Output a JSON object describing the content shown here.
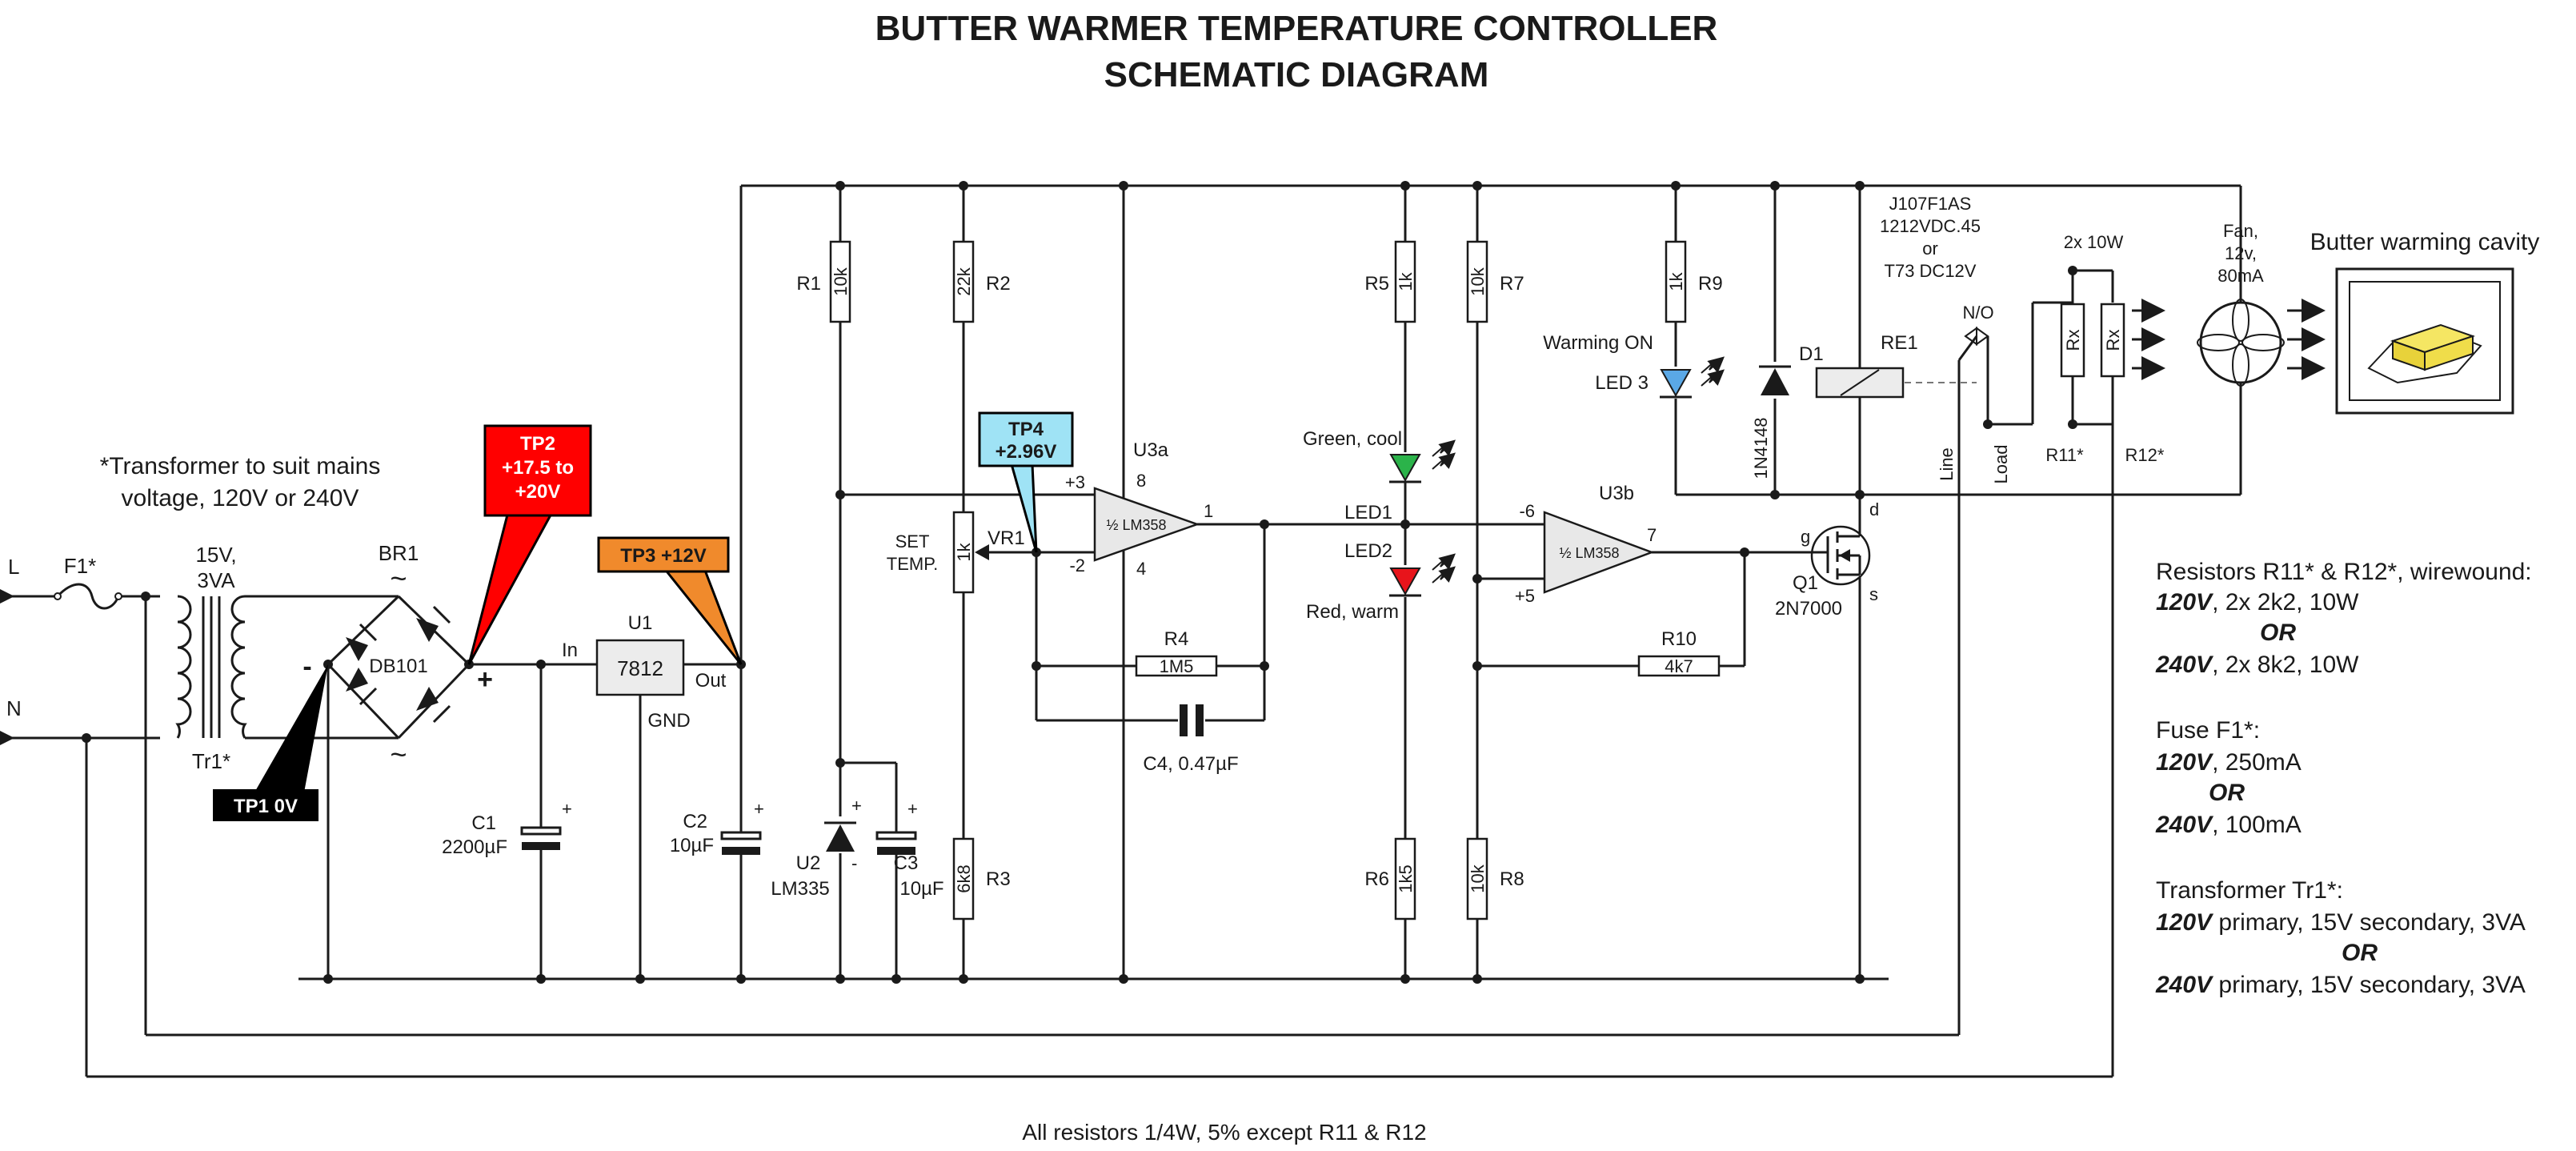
{
  "title": {
    "line1": "BUTTER WARMER TEMPERATURE CONTROLLER",
    "line2": "SCHEMATIC DIAGRAM"
  },
  "footer_note": "All resistors 1/4W, 5% except R11 & R12",
  "transformer_note": {
    "line1": "*Transformer to suit mains",
    "line2": "voltage, 120V or 240V"
  },
  "mains": {
    "live": "L",
    "neutral": "N",
    "fuse": "F1*"
  },
  "transformer": {
    "rating1": "15V,",
    "rating2": "3VA",
    "ref": "Tr1*"
  },
  "bridge": {
    "ref": "BR1",
    "part": "DB101",
    "ac1": "~",
    "ac2": "~",
    "plus": "+",
    "minus": "-"
  },
  "c1": {
    "ref": "C1",
    "value": "2200µF",
    "plus": "+"
  },
  "u1": {
    "ref": "U1",
    "part": "7812",
    "in": "In",
    "out": "Out",
    "gnd": "GND"
  },
  "c2": {
    "ref": "C2",
    "value": "10µF",
    "plus": "+"
  },
  "test_points": {
    "tp1": {
      "label": "TP1 0V",
      "color": "#000000"
    },
    "tp2": {
      "line1": "TP2",
      "line2": "+17.5 to",
      "line3": "+20V",
      "color": "#ff0000"
    },
    "tp3": {
      "label": "TP3 +12V",
      "color": "#f08a2c"
    },
    "tp4": {
      "line1": "TP4",
      "line2": "+2.96V",
      "color": "#9fe3f5"
    }
  },
  "resistors": {
    "r1": {
      "ref": "R1",
      "value": "10k"
    },
    "r2": {
      "ref": "R2",
      "value": "22k"
    },
    "r3": {
      "ref": "R3",
      "value": "6k8"
    },
    "r4": {
      "ref": "R4",
      "value": "1M5"
    },
    "r5": {
      "ref": "R5",
      "value": "1k"
    },
    "r6": {
      "ref": "R6",
      "value": "1k5"
    },
    "r7": {
      "ref": "R7",
      "value": "10k"
    },
    "r8": {
      "ref": "R8",
      "value": "10k"
    },
    "r9": {
      "ref": "R9",
      "value": "1k"
    },
    "r10": {
      "ref": "R10",
      "value": "4k7"
    },
    "r11": {
      "ref": "R11*",
      "value": "Rx"
    },
    "r12": {
      "ref": "R12*",
      "value": "Rx"
    },
    "rx_note": "2x 10W"
  },
  "u2": {
    "ref": "U2",
    "part": "LM335",
    "plus": "+",
    "minus": "-"
  },
  "c3": {
    "ref": "C3",
    "value": "10µF",
    "plus": "+"
  },
  "vr1": {
    "ref": "VR1",
    "value": "1k",
    "label1": "SET",
    "label2": "TEMP."
  },
  "u3a": {
    "ref": "U3a",
    "part": "½ LM358",
    "pin_plus": "+3",
    "pin_minus": "-2",
    "pin_out": "1",
    "pin_vcc": "8",
    "pin_gnd": "4"
  },
  "u3b": {
    "ref": "U3b",
    "part": "½ LM358",
    "pin_minus": "-6",
    "pin_plus": "+5",
    "pin_out": "7"
  },
  "c4": {
    "label": "C4, 0.47µF"
  },
  "leds": {
    "led1": {
      "ref": "LED1",
      "label": "Green, cool",
      "color": "#2bb34a"
    },
    "led2": {
      "ref": "LED2",
      "label": "Red, warm",
      "color": "#e8141b"
    },
    "led3": {
      "ref": "LED 3",
      "label": "Warming ON",
      "color": "#5aa8e6"
    }
  },
  "d1": {
    "ref": "D1",
    "part": "1N4148"
  },
  "q1": {
    "ref": "Q1",
    "part": "2N7000",
    "g": "g",
    "d": "d",
    "s": "s"
  },
  "relay": {
    "ref": "RE1",
    "part1": "J107F1AS",
    "part2": "1212VDC.45",
    "or": "or",
    "part3": "T73 DC12V",
    "contact": "N/O",
    "line": "Line",
    "load": "Load"
  },
  "fan": {
    "line1": "Fan,",
    "line2": "12v,",
    "line3": "80mA"
  },
  "cavity": {
    "label": "Butter warming cavity",
    "butter_color": "#f5e663"
  },
  "notes": {
    "resistors": {
      "heading": "Resistors R11* & R12*, wirewound:",
      "opt1_volt": "120V",
      "opt1_text": ", 2x 2k2, 10W",
      "or": "OR",
      "opt2_volt": "240V",
      "opt2_text": ", 2x 8k2, 10W"
    },
    "fuse": {
      "heading": "Fuse F1*:",
      "opt1_volt": "120V",
      "opt1_text": ", 250mA",
      "or": "OR",
      "opt2_volt": "240V",
      "opt2_text": ", 100mA"
    },
    "transformer": {
      "heading": "Transformer Tr1*:",
      "opt1_volt": "120V",
      "opt1_text": " primary, 15V secondary, 3VA",
      "or": "OR",
      "opt2_volt": "240V",
      "opt2_text": " primary, 15V secondary, 3VA"
    }
  }
}
